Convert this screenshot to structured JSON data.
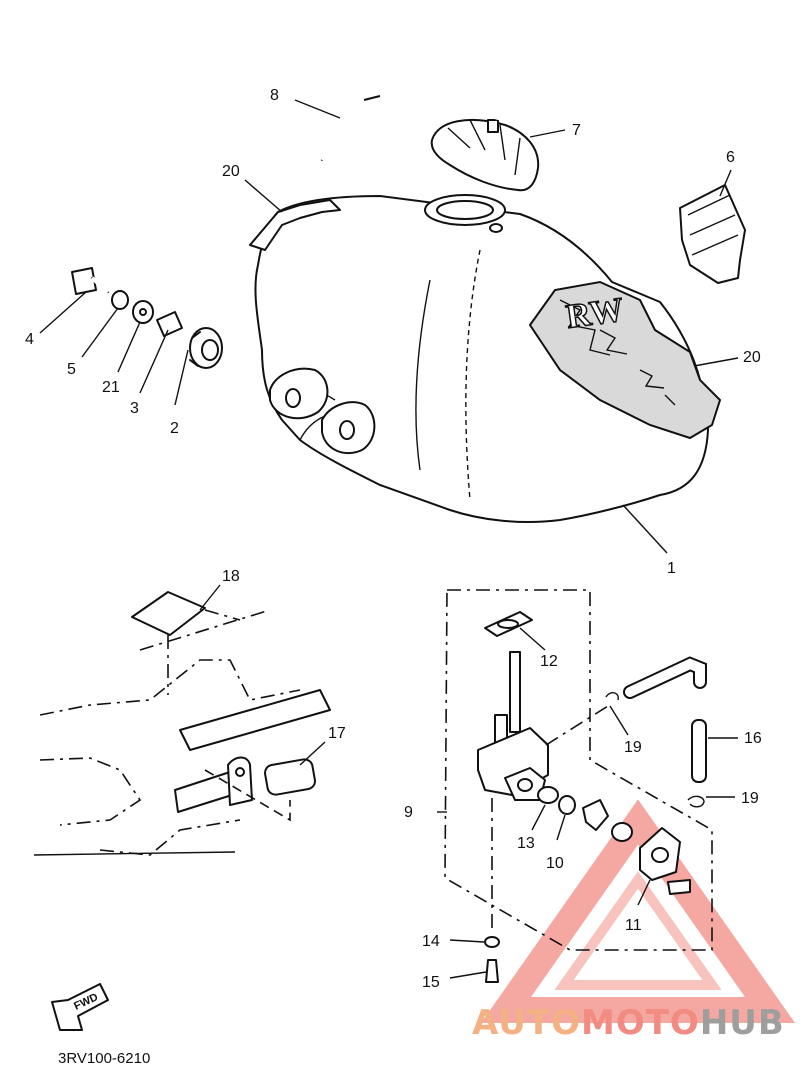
{
  "diagram": {
    "part_code": "3RV100-6210",
    "fwd_label": "FWD",
    "callouts": [
      {
        "id": "c1",
        "label": "1"
      },
      {
        "id": "c2",
        "label": "2"
      },
      {
        "id": "c3",
        "label": "3"
      },
      {
        "id": "c4",
        "label": "4"
      },
      {
        "id": "c5",
        "label": "5"
      },
      {
        "id": "c6",
        "label": "6"
      },
      {
        "id": "c7",
        "label": "7"
      },
      {
        "id": "c8",
        "label": "8"
      },
      {
        "id": "c9",
        "label": "9"
      },
      {
        "id": "c10",
        "label": "10"
      },
      {
        "id": "c11",
        "label": "11"
      },
      {
        "id": "c12",
        "label": "12"
      },
      {
        "id": "c13",
        "label": "13"
      },
      {
        "id": "c14",
        "label": "14"
      },
      {
        "id": "c15",
        "label": "15"
      },
      {
        "id": "c16",
        "label": "16"
      },
      {
        "id": "c17",
        "label": "17"
      },
      {
        "id": "c18",
        "label": "18"
      },
      {
        "id": "c19a",
        "label": "19"
      },
      {
        "id": "c19b",
        "label": "19"
      },
      {
        "id": "c20a",
        "label": "20"
      },
      {
        "id": "c20b",
        "label": "20"
      },
      {
        "id": "c21",
        "label": "21"
      }
    ]
  },
  "watermark": {
    "part1": "AUTO",
    "part2": "MOTO",
    "part3": "HUB",
    "color_main": "#f4b183",
    "color_accent": "#f28b82",
    "color_dark": "#9e9e9e"
  }
}
